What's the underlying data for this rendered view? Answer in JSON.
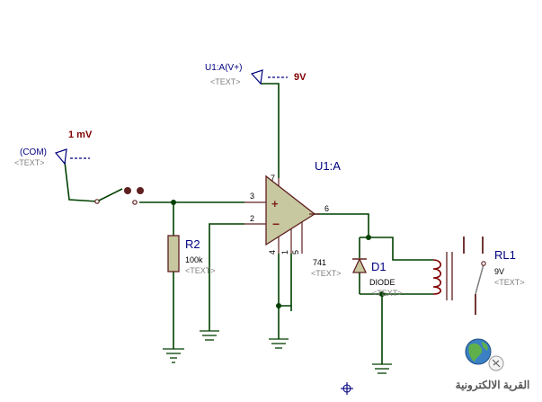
{
  "colors": {
    "wire": "#004000",
    "body": "#c8c8a0",
    "outline": "#602020",
    "text": "#000080",
    "placeholder": "#808080",
    "value": "#800000"
  },
  "supply": {
    "ref": "U1:A(V+)",
    "placeholder": "<TEXT>",
    "value": "9V"
  },
  "com": {
    "ref": "(COM)",
    "placeholder": "<TEXT>",
    "value": "1 mV"
  },
  "opamp": {
    "ref": "U1:A",
    "model": "741",
    "placeholder": "<TEXT>",
    "pins": {
      "noninv": "3",
      "inv": "2",
      "out": "6",
      "vplus": "7",
      "vminus": "4",
      "n1": "1",
      "n5": "5"
    }
  },
  "resistor": {
    "ref": "R2",
    "value": "100k",
    "placeholder": "<TEXT>"
  },
  "diode": {
    "ref": "D1",
    "value": "DIODE",
    "placeholder": "<TEXT>"
  },
  "relay": {
    "ref": "RL1",
    "value": "9V",
    "placeholder": "<TEXT>"
  },
  "logo": {
    "text": "القرية الالكترونية",
    "icon": "globe-logo-icon"
  }
}
